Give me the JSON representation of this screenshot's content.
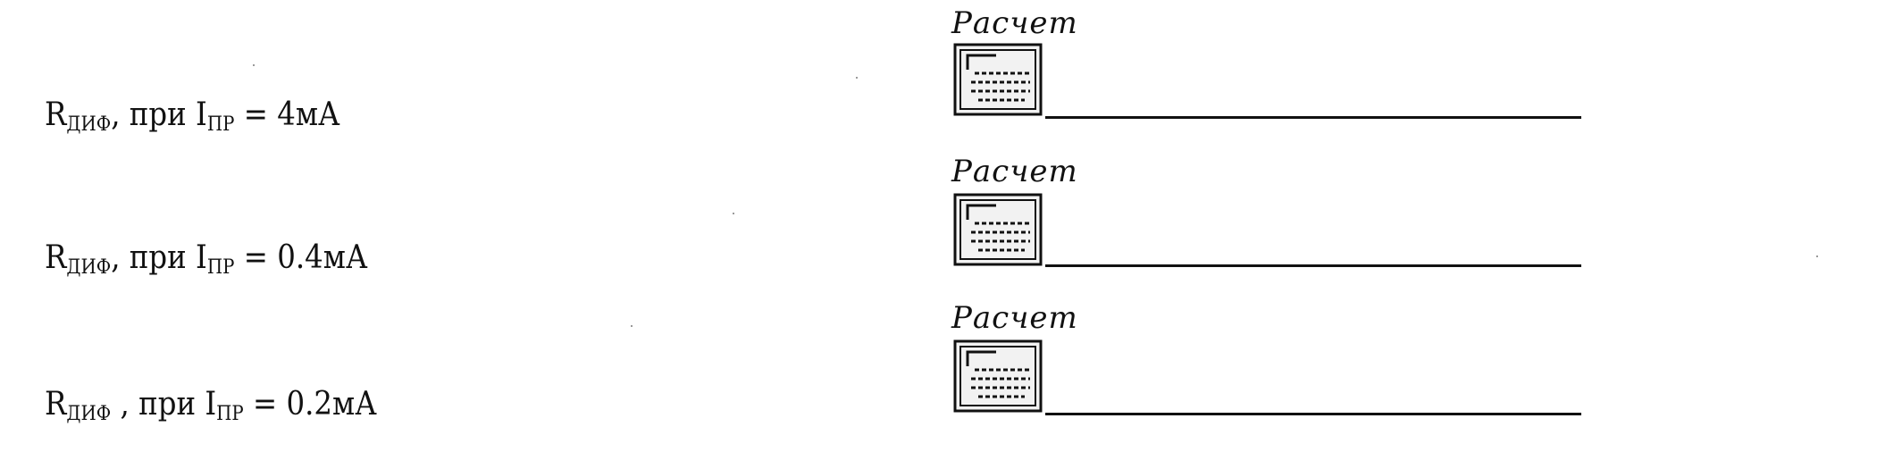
{
  "rows": [
    {
      "formula": {
        "symbol": "R",
        "symbol_sub": "ДИФ",
        "sep": ", при ",
        "current": "I",
        "current_sub": "ПР",
        "equals": " = ",
        "value": "4мА"
      },
      "calc_label": "Расчет",
      "calc_icon": "calculator-icon"
    },
    {
      "formula": {
        "symbol": "R",
        "symbol_sub": "ДИФ",
        "sep": ", при ",
        "current": "I",
        "current_sub": "ПР",
        "equals": " = ",
        "value": "0.4мА"
      },
      "calc_label": "Расчет",
      "calc_icon": "calculator-icon"
    },
    {
      "formula": {
        "symbol": "R",
        "symbol_sub": "ДИФ",
        "sep": " , при ",
        "current": "I",
        "current_sub": "ПР",
        "equals": " = ",
        "value": "0.2мА"
      },
      "calc_label": "Расчет",
      "calc_icon": "calculator-icon"
    }
  ]
}
